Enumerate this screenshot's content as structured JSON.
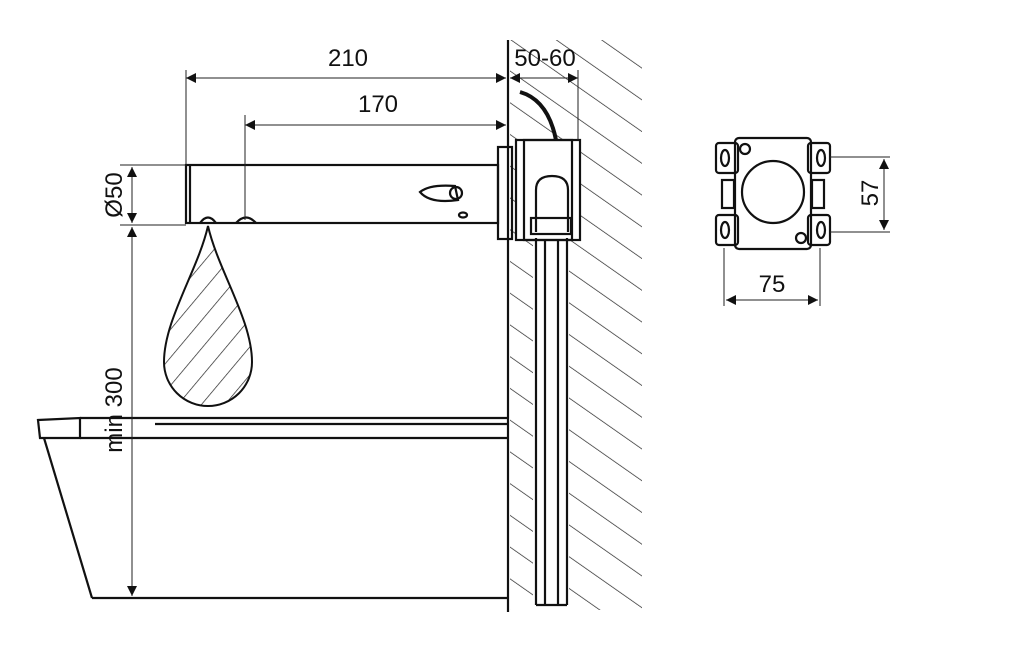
{
  "dimensions": {
    "overall_length": "210",
    "outlet_length": "170",
    "wall_depth": "50-60",
    "diameter": "Ø50",
    "min_height": "min 300",
    "box_height": "57",
    "box_width": "75"
  },
  "colors": {
    "line": "#111111",
    "background": "#ffffff"
  }
}
